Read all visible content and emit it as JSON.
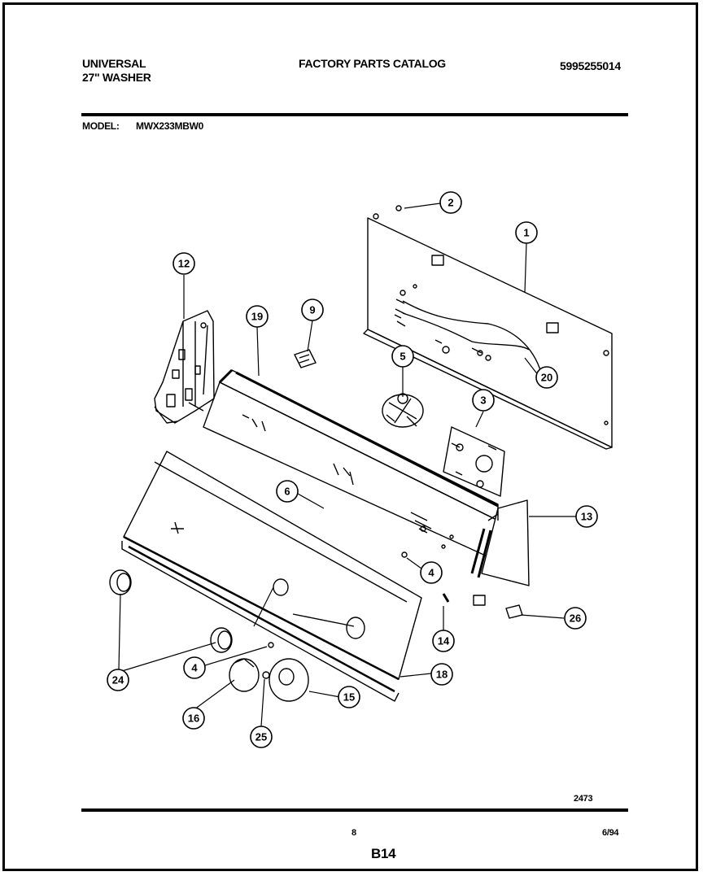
{
  "header": {
    "brand": "UNIVERSAL",
    "product": "27\" WASHER",
    "catalog_title": "FACTORY PARTS CATALOG",
    "catalog_number": "5995255014",
    "model_label": "MODEL:",
    "model_value": "MWX233MBW0"
  },
  "diagram": {
    "callouts": [
      "1",
      "2",
      "3",
      "4",
      "4",
      "5",
      "6",
      "9",
      "12",
      "13",
      "14",
      "15",
      "16",
      "18",
      "19",
      "20",
      "24",
      "25",
      "26"
    ],
    "drawing_number": "2473"
  },
  "footer": {
    "page_number": "8",
    "section": "B14",
    "date": "6/94"
  },
  "colors": {
    "ink": "#000000",
    "paper": "#ffffff"
  }
}
